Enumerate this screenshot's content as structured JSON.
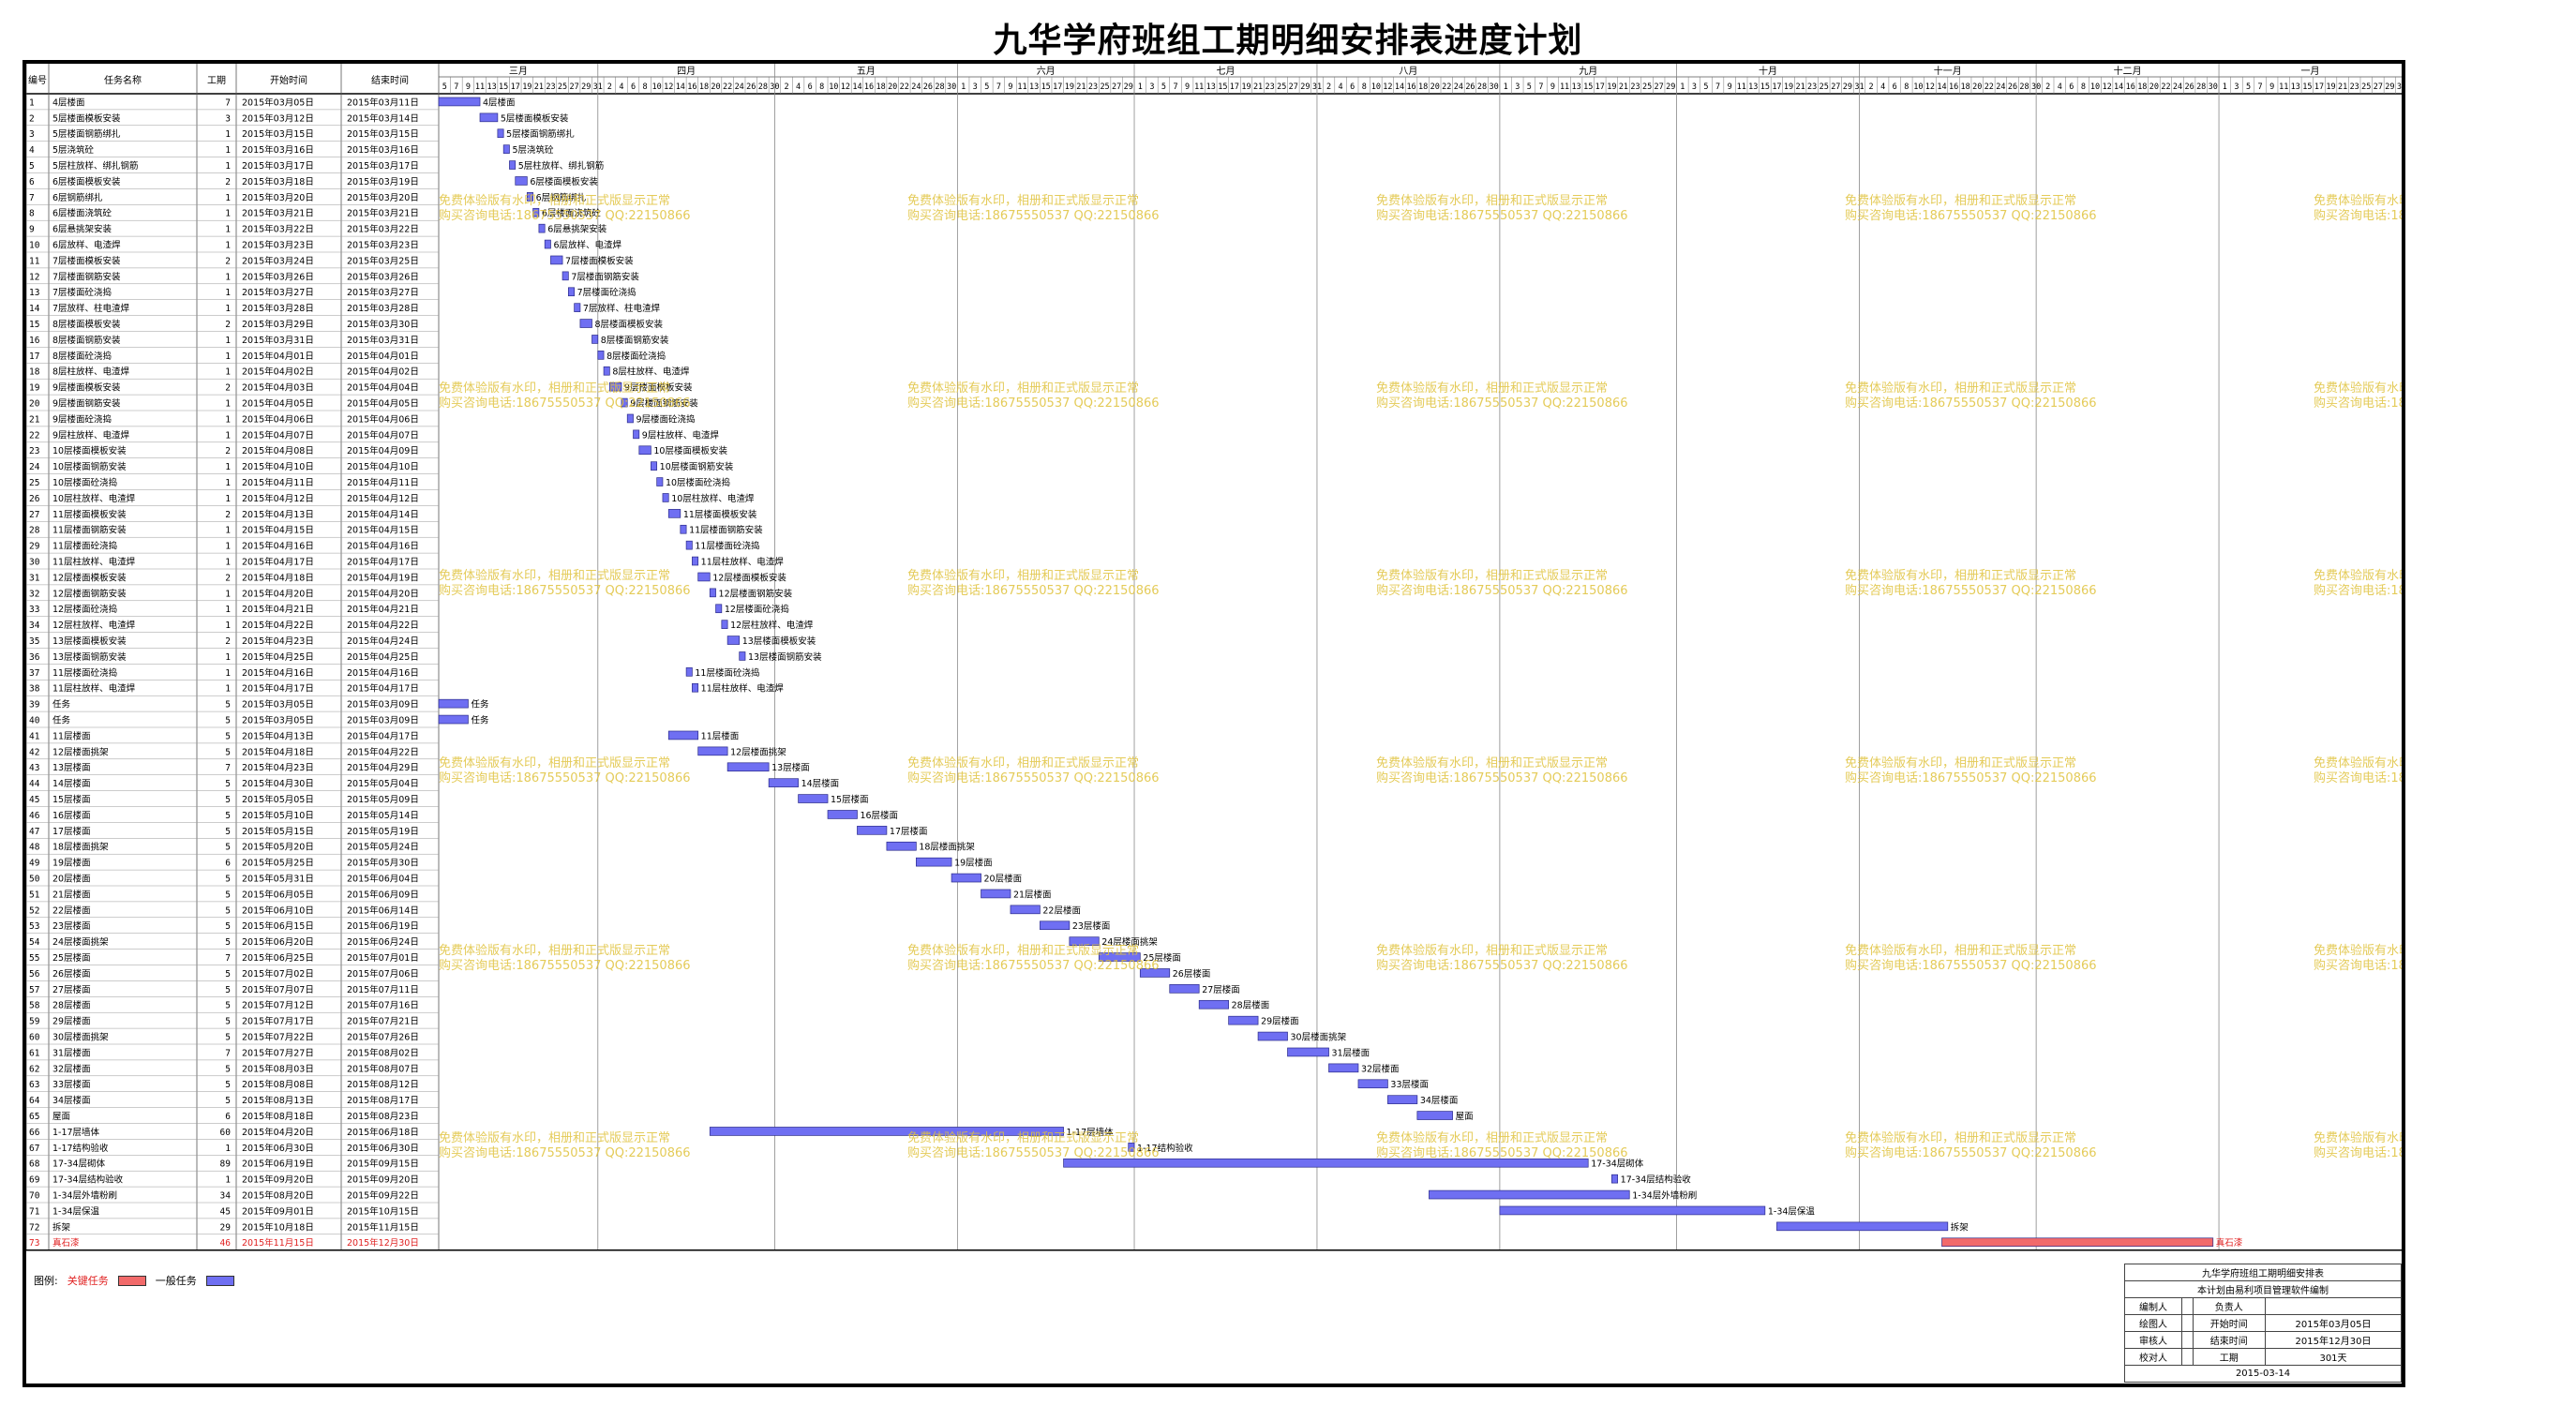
{
  "title": "九华学府班组工期明细安排表进度计划",
  "columns": [
    "编号",
    "任务名称",
    "工期",
    "开始时间",
    "结束时间"
  ],
  "months": [
    "三月",
    "四月",
    "五月",
    "六月",
    "七月",
    "八月",
    "九月",
    "十月",
    "十一月",
    "十二月",
    "一月"
  ],
  "colors": {
    "normal_bar": "#6f6ff2",
    "critical_bar": "#f26a6a",
    "critical_text": "#e02020",
    "watermark": "#e0c23c",
    "month_line": "#888888"
  },
  "watermark": {
    "line1": "免费体验版有水印，相册和正式版显示正常",
    "line2": "购买咨询电话:18675550537 QQ:22150866"
  },
  "tasks": [
    {
      "id": "1",
      "name": "4层楼面",
      "dur": "7",
      "start": "2015年03月05日",
      "end": "2015年03月11日",
      "s": "2015-03-05",
      "e": "2015-03-11"
    },
    {
      "id": "2",
      "name": "5层楼面模板安装",
      "dur": "3",
      "start": "2015年03月12日",
      "end": "2015年03月14日",
      "s": "2015-03-12",
      "e": "2015-03-14"
    },
    {
      "id": "3",
      "name": "5层楼面钢筋绑扎",
      "dur": "1",
      "start": "2015年03月15日",
      "end": "2015年03月15日",
      "s": "2015-03-15",
      "e": "2015-03-15"
    },
    {
      "id": "4",
      "name": "5层浇筑砼",
      "dur": "1",
      "start": "2015年03月16日",
      "end": "2015年03月16日",
      "s": "2015-03-16",
      "e": "2015-03-16"
    },
    {
      "id": "5",
      "name": "5层柱放样、绑扎钢筋",
      "dur": "1",
      "start": "2015年03月17日",
      "end": "2015年03月17日",
      "s": "2015-03-17",
      "e": "2015-03-17"
    },
    {
      "id": "6",
      "name": "6层楼面模板安装",
      "dur": "2",
      "start": "2015年03月18日",
      "end": "2015年03月19日",
      "s": "2015-03-18",
      "e": "2015-03-19"
    },
    {
      "id": "7",
      "name": "6层钢筋绑扎",
      "dur": "1",
      "start": "2015年03月20日",
      "end": "2015年03月20日",
      "s": "2015-03-20",
      "e": "2015-03-20"
    },
    {
      "id": "8",
      "name": "6层楼面浇筑砼",
      "dur": "1",
      "start": "2015年03月21日",
      "end": "2015年03月21日",
      "s": "2015-03-21",
      "e": "2015-03-21"
    },
    {
      "id": "9",
      "name": "6层悬挑架安装",
      "dur": "1",
      "start": "2015年03月22日",
      "end": "2015年03月22日",
      "s": "2015-03-22",
      "e": "2015-03-22"
    },
    {
      "id": "10",
      "name": "6层放样、电渣焊",
      "dur": "1",
      "start": "2015年03月23日",
      "end": "2015年03月23日",
      "s": "2015-03-23",
      "e": "2015-03-23"
    },
    {
      "id": "11",
      "name": "7层楼面模板安装",
      "dur": "2",
      "start": "2015年03月24日",
      "end": "2015年03月25日",
      "s": "2015-03-24",
      "e": "2015-03-25"
    },
    {
      "id": "12",
      "name": "7层楼面钢筋安装",
      "dur": "1",
      "start": "2015年03月26日",
      "end": "2015年03月26日",
      "s": "2015-03-26",
      "e": "2015-03-26"
    },
    {
      "id": "13",
      "name": "7层楼面砼浇捣",
      "dur": "1",
      "start": "2015年03月27日",
      "end": "2015年03月27日",
      "s": "2015-03-27",
      "e": "2015-03-27"
    },
    {
      "id": "14",
      "name": "7层放样、柱电渣焊",
      "dur": "1",
      "start": "2015年03月28日",
      "end": "2015年03月28日",
      "s": "2015-03-28",
      "e": "2015-03-28"
    },
    {
      "id": "15",
      "name": "8层楼面模板安装",
      "dur": "2",
      "start": "2015年03月29日",
      "end": "2015年03月30日",
      "s": "2015-03-29",
      "e": "2015-03-30"
    },
    {
      "id": "16",
      "name": "8层楼面钢筋安装",
      "dur": "1",
      "start": "2015年03月31日",
      "end": "2015年03月31日",
      "s": "2015-03-31",
      "e": "2015-03-31"
    },
    {
      "id": "17",
      "name": "8层楼面砼浇捣",
      "dur": "1",
      "start": "2015年04月01日",
      "end": "2015年04月01日",
      "s": "2015-04-01",
      "e": "2015-04-01"
    },
    {
      "id": "18",
      "name": "8层柱放样、电渣焊",
      "dur": "1",
      "start": "2015年04月02日",
      "end": "2015年04月02日",
      "s": "2015-04-02",
      "e": "2015-04-02"
    },
    {
      "id": "19",
      "name": "9层楼面模板安装",
      "dur": "2",
      "start": "2015年04月03日",
      "end": "2015年04月04日",
      "s": "2015-04-03",
      "e": "2015-04-04"
    },
    {
      "id": "20",
      "name": "9层楼面钢筋安装",
      "dur": "1",
      "start": "2015年04月05日",
      "end": "2015年04月05日",
      "s": "2015-04-05",
      "e": "2015-04-05"
    },
    {
      "id": "21",
      "name": "9层楼面砼浇捣",
      "dur": "1",
      "start": "2015年04月06日",
      "end": "2015年04月06日",
      "s": "2015-04-06",
      "e": "2015-04-06"
    },
    {
      "id": "22",
      "name": "9层柱放样、电渣焊",
      "dur": "1",
      "start": "2015年04月07日",
      "end": "2015年04月07日",
      "s": "2015-04-07",
      "e": "2015-04-07"
    },
    {
      "id": "23",
      "name": "10层楼面模板安装",
      "dur": "2",
      "start": "2015年04月08日",
      "end": "2015年04月09日",
      "s": "2015-04-08",
      "e": "2015-04-09"
    },
    {
      "id": "24",
      "name": "10层楼面钢筋安装",
      "dur": "1",
      "start": "2015年04月10日",
      "end": "2015年04月10日",
      "s": "2015-04-10",
      "e": "2015-04-10"
    },
    {
      "id": "25",
      "name": "10层楼面砼浇捣",
      "dur": "1",
      "start": "2015年04月11日",
      "end": "2015年04月11日",
      "s": "2015-04-11",
      "e": "2015-04-11"
    },
    {
      "id": "26",
      "name": "10层柱放样、电渣焊",
      "dur": "1",
      "start": "2015年04月12日",
      "end": "2015年04月12日",
      "s": "2015-04-12",
      "e": "2015-04-12"
    },
    {
      "id": "27",
      "name": "11层楼面模板安装",
      "dur": "2",
      "start": "2015年04月13日",
      "end": "2015年04月14日",
      "s": "2015-04-13",
      "e": "2015-04-14"
    },
    {
      "id": "28",
      "name": "11层楼面钢筋安装",
      "dur": "1",
      "start": "2015年04月15日",
      "end": "2015年04月15日",
      "s": "2015-04-15",
      "e": "2015-04-15"
    },
    {
      "id": "29",
      "name": "11层楼面砼浇捣",
      "dur": "1",
      "start": "2015年04月16日",
      "end": "2015年04月16日",
      "s": "2015-04-16",
      "e": "2015-04-16"
    },
    {
      "id": "30",
      "name": "11层柱放样、电渣焊",
      "dur": "1",
      "start": "2015年04月17日",
      "end": "2015年04月17日",
      "s": "2015-04-17",
      "e": "2015-04-17"
    },
    {
      "id": "31",
      "name": "12层楼面模板安装",
      "dur": "2",
      "start": "2015年04月18日",
      "end": "2015年04月19日",
      "s": "2015-04-18",
      "e": "2015-04-19"
    },
    {
      "id": "32",
      "name": "12层楼面钢筋安装",
      "dur": "1",
      "start": "2015年04月20日",
      "end": "2015年04月20日",
      "s": "2015-04-20",
      "e": "2015-04-20"
    },
    {
      "id": "33",
      "name": "12层楼面砼浇捣",
      "dur": "1",
      "start": "2015年04月21日",
      "end": "2015年04月21日",
      "s": "2015-04-21",
      "e": "2015-04-21"
    },
    {
      "id": "34",
      "name": "12层柱放样、电渣焊",
      "dur": "1",
      "start": "2015年04月22日",
      "end": "2015年04月22日",
      "s": "2015-04-22",
      "e": "2015-04-22"
    },
    {
      "id": "35",
      "name": "13层楼面模板安装",
      "dur": "2",
      "start": "2015年04月23日",
      "end": "2015年04月24日",
      "s": "2015-04-23",
      "e": "2015-04-24"
    },
    {
      "id": "36",
      "name": "13层楼面钢筋安装",
      "dur": "1",
      "start": "2015年04月25日",
      "end": "2015年04月25日",
      "s": "2015-04-25",
      "e": "2015-04-25"
    },
    {
      "id": "37",
      "name": "11层楼面砼浇捣",
      "dur": "1",
      "start": "2015年04月16日",
      "end": "2015年04月16日",
      "s": "2015-04-16",
      "e": "2015-04-16"
    },
    {
      "id": "38",
      "name": "11层柱放样、电渣焊",
      "dur": "1",
      "start": "2015年04月17日",
      "end": "2015年04月17日",
      "s": "2015-04-17",
      "e": "2015-04-17"
    },
    {
      "id": "39",
      "name": "任务",
      "dur": "5",
      "start": "2015年03月05日",
      "end": "2015年03月09日",
      "s": "2015-03-05",
      "e": "2015-03-09"
    },
    {
      "id": "40",
      "name": "任务",
      "dur": "5",
      "start": "2015年03月05日",
      "end": "2015年03月09日",
      "s": "2015-03-05",
      "e": "2015-03-09"
    },
    {
      "id": "41",
      "name": "11层楼面",
      "dur": "5",
      "start": "2015年04月13日",
      "end": "2015年04月17日",
      "s": "2015-04-13",
      "e": "2015-04-17"
    },
    {
      "id": "42",
      "name": "12层楼面挑架",
      "dur": "5",
      "start": "2015年04月18日",
      "end": "2015年04月22日",
      "s": "2015-04-18",
      "e": "2015-04-22"
    },
    {
      "id": "43",
      "name": "13层楼面",
      "dur": "7",
      "start": "2015年04月23日",
      "end": "2015年04月29日",
      "s": "2015-04-23",
      "e": "2015-04-29"
    },
    {
      "id": "44",
      "name": "14层楼面",
      "dur": "5",
      "start": "2015年04月30日",
      "end": "2015年05月04日",
      "s": "2015-04-30",
      "e": "2015-05-04"
    },
    {
      "id": "45",
      "name": "15层楼面",
      "dur": "5",
      "start": "2015年05月05日",
      "end": "2015年05月09日",
      "s": "2015-05-05",
      "e": "2015-05-09"
    },
    {
      "id": "46",
      "name": "16层楼面",
      "dur": "5",
      "start": "2015年05月10日",
      "end": "2015年05月14日",
      "s": "2015-05-10",
      "e": "2015-05-14"
    },
    {
      "id": "47",
      "name": "17层楼面",
      "dur": "5",
      "start": "2015年05月15日",
      "end": "2015年05月19日",
      "s": "2015-05-15",
      "e": "2015-05-19"
    },
    {
      "id": "48",
      "name": "18层楼面挑架",
      "dur": "5",
      "start": "2015年05月20日",
      "end": "2015年05月24日",
      "s": "2015-05-20",
      "e": "2015-05-24"
    },
    {
      "id": "49",
      "name": "19层楼面",
      "dur": "6",
      "start": "2015年05月25日",
      "end": "2015年05月30日",
      "s": "2015-05-25",
      "e": "2015-05-30"
    },
    {
      "id": "50",
      "name": "20层楼面",
      "dur": "5",
      "start": "2015年05月31日",
      "end": "2015年06月04日",
      "s": "2015-05-31",
      "e": "2015-06-04"
    },
    {
      "id": "51",
      "name": "21层楼面",
      "dur": "5",
      "start": "2015年06月05日",
      "end": "2015年06月09日",
      "s": "2015-06-05",
      "e": "2015-06-09"
    },
    {
      "id": "52",
      "name": "22层楼面",
      "dur": "5",
      "start": "2015年06月10日",
      "end": "2015年06月14日",
      "s": "2015-06-10",
      "e": "2015-06-14"
    },
    {
      "id": "53",
      "name": "23层楼面",
      "dur": "5",
      "start": "2015年06月15日",
      "end": "2015年06月19日",
      "s": "2015-06-15",
      "e": "2015-06-19"
    },
    {
      "id": "54",
      "name": "24层楼面挑架",
      "dur": "5",
      "start": "2015年06月20日",
      "end": "2015年06月24日",
      "s": "2015-06-20",
      "e": "2015-06-24"
    },
    {
      "id": "55",
      "name": "25层楼面",
      "dur": "7",
      "start": "2015年06月25日",
      "end": "2015年07月01日",
      "s": "2015-06-25",
      "e": "2015-07-01"
    },
    {
      "id": "56",
      "name": "26层楼面",
      "dur": "5",
      "start": "2015年07月02日",
      "end": "2015年07月06日",
      "s": "2015-07-02",
      "e": "2015-07-06"
    },
    {
      "id": "57",
      "name": "27层楼面",
      "dur": "5",
      "start": "2015年07月07日",
      "end": "2015年07月11日",
      "s": "2015-07-07",
      "e": "2015-07-11"
    },
    {
      "id": "58",
      "name": "28层楼面",
      "dur": "5",
      "start": "2015年07月12日",
      "end": "2015年07月16日",
      "s": "2015-07-12",
      "e": "2015-07-16"
    },
    {
      "id": "59",
      "name": "29层楼面",
      "dur": "5",
      "start": "2015年07月17日",
      "end": "2015年07月21日",
      "s": "2015-07-17",
      "e": "2015-07-21"
    },
    {
      "id": "60",
      "name": "30层楼面挑架",
      "dur": "5",
      "start": "2015年07月22日",
      "end": "2015年07月26日",
      "s": "2015-07-22",
      "e": "2015-07-26"
    },
    {
      "id": "61",
      "name": "31层楼面",
      "dur": "7",
      "start": "2015年07月27日",
      "end": "2015年08月02日",
      "s": "2015-07-27",
      "e": "2015-08-02"
    },
    {
      "id": "62",
      "name": "32层楼面",
      "dur": "5",
      "start": "2015年08月03日",
      "end": "2015年08月07日",
      "s": "2015-08-03",
      "e": "2015-08-07"
    },
    {
      "id": "63",
      "name": "33层楼面",
      "dur": "5",
      "start": "2015年08月08日",
      "end": "2015年08月12日",
      "s": "2015-08-08",
      "e": "2015-08-12"
    },
    {
      "id": "64",
      "name": "34层楼面",
      "dur": "5",
      "start": "2015年08月13日",
      "end": "2015年08月17日",
      "s": "2015-08-13",
      "e": "2015-08-17"
    },
    {
      "id": "65",
      "name": "屋面",
      "dur": "6",
      "start": "2015年08月18日",
      "end": "2015年08月23日",
      "s": "2015-08-18",
      "e": "2015-08-23"
    },
    {
      "id": "66",
      "name": "1-17层墙体",
      "dur": "60",
      "start": "2015年04月20日",
      "end": "2015年06月18日",
      "s": "2015-04-20",
      "e": "2015-06-18"
    },
    {
      "id": "67",
      "name": "1-17结构验收",
      "dur": "1",
      "start": "2015年06月30日",
      "end": "2015年06月30日",
      "s": "2015-06-30",
      "e": "2015-06-30"
    },
    {
      "id": "68",
      "name": "17-34层砌体",
      "dur": "89",
      "start": "2015年06月19日",
      "end": "2015年09月15日",
      "s": "2015-06-19",
      "e": "2015-09-15"
    },
    {
      "id": "69",
      "name": "17-34层结构验收",
      "dur": "1",
      "start": "2015年09月20日",
      "end": "2015年09月20日",
      "s": "2015-09-20",
      "e": "2015-09-20"
    },
    {
      "id": "70",
      "name": "1-34层外墙粉刷",
      "dur": "34",
      "start": "2015年08月20日",
      "end": "2015年09月22日",
      "s": "2015-08-20",
      "e": "2015-09-22"
    },
    {
      "id": "71",
      "name": "1-34层保温",
      "dur": "45",
      "start": "2015年09月01日",
      "end": "2015年10月15日",
      "s": "2015-09-01",
      "e": "2015-10-15"
    },
    {
      "id": "72",
      "name": "拆架",
      "dur": "29",
      "start": "2015年10月18日",
      "end": "2015年11月15日",
      "s": "2015-10-18",
      "e": "2015-11-15"
    },
    {
      "id": "73",
      "name": "真石漆",
      "dur": "46",
      "start": "2015年11月15日",
      "end": "2015年12月30日",
      "s": "2015-11-15",
      "e": "2015-12-30",
      "critical": true
    }
  ],
  "legend": {
    "label": "图例:",
    "critical": "关键任务",
    "normal": "一般任务"
  },
  "info_box": {
    "title": "九华学府班组工期明细安排表",
    "subtitle": "本计划由易利项目管理软件编制",
    "compiler_label": "编制人",
    "compiler": "",
    "owner_label": "负责人",
    "owner": "",
    "drafter_label": "绘图人",
    "drafter": "",
    "start_label": "开始时间",
    "start": "2015年03月05日",
    "reviewer_label": "审核人",
    "reviewer": "",
    "end_label": "结束时间",
    "end": "2015年12月30日",
    "checker_label": "校对人",
    "checker": "",
    "duration_label": "工期",
    "duration": "301天",
    "date": "2015-03-14"
  }
}
